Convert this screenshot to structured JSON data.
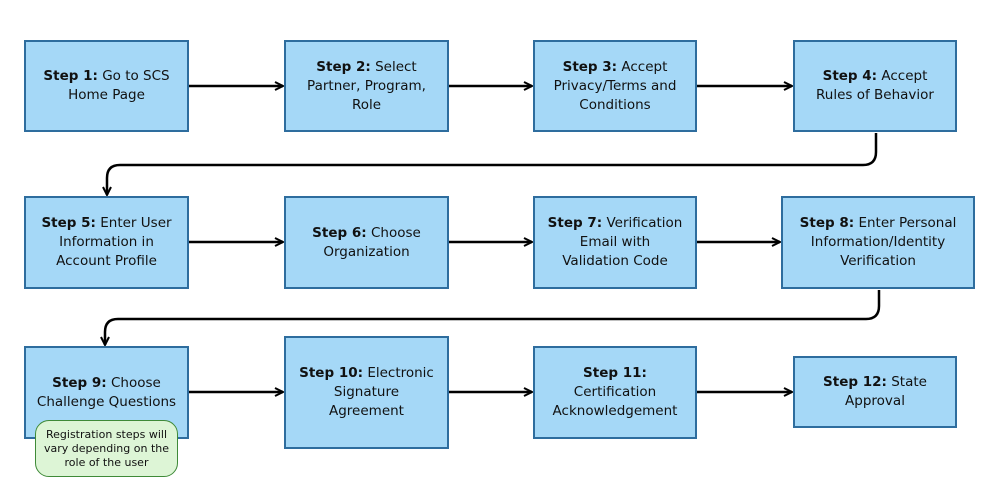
{
  "steps": [
    {
      "id": "1",
      "title": "Step 1:",
      "text": "Go to SCS Home Page"
    },
    {
      "id": "2",
      "title": "Step 2:",
      "text": "Select Partner, Program, Role"
    },
    {
      "id": "3",
      "title": "Step 3:",
      "text": "Accept Privacy/Terms and Conditions"
    },
    {
      "id": "4",
      "title": "Step 4:",
      "text": "Accept Rules of Behavior"
    },
    {
      "id": "5",
      "title": "Step 5:",
      "text": "Enter User Information in Account Profile"
    },
    {
      "id": "6",
      "title": "Step 6:",
      "text": "Choose Organization"
    },
    {
      "id": "7",
      "title": "Step 7:",
      "text": "Verification Email with Validation Code"
    },
    {
      "id": "8",
      "title": "Step 8:",
      "text": "Enter Personal Information/Identity Verification"
    },
    {
      "id": "9",
      "title": "Step 9:",
      "text": "Choose Challenge Questions"
    },
    {
      "id": "10",
      "title": "Step 10:",
      "text": "Electronic Signature Agreement"
    },
    {
      "id": "11",
      "title": "Step 11:",
      "text": "Certification Acknowledgement"
    },
    {
      "id": "12",
      "title": "Step 12:",
      "text": "State Approval"
    }
  ],
  "note": {
    "text": "Registration steps will vary depending on the role of the user"
  },
  "colors": {
    "box_fill": "#a5d8f7",
    "box_border": "#2e6d9e",
    "note_fill": "#ddf5d6",
    "note_border": "#3f8a38",
    "arrow": "#000000"
  }
}
